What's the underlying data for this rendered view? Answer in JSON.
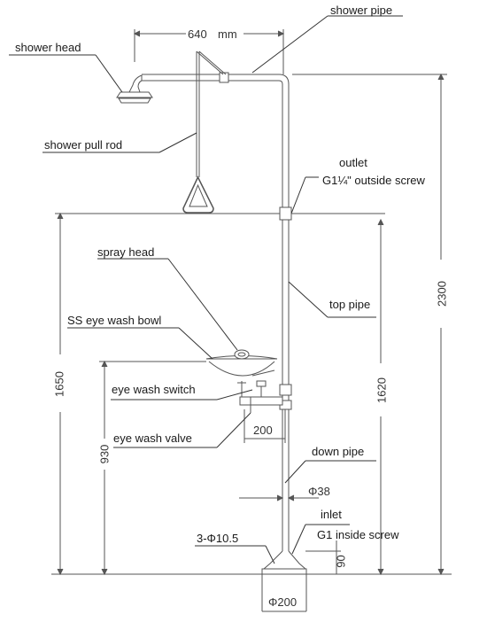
{
  "labels": {
    "shower_pipe": "shower pipe",
    "shower_head": "shower head",
    "shower_pull_rod": "shower pull rod",
    "outlet": "outlet",
    "outlet_thread": "G1¼\"  outside screw",
    "spray_head": "spray head",
    "top_pipe": "top pipe",
    "eye_wash_bowl": "SS eye wash bowl",
    "eye_wash_switch": "eye wash switch",
    "eye_wash_valve": "eye wash valve",
    "down_pipe": "down pipe",
    "inlet": "inlet",
    "inlet_thread": "G1  inside screw",
    "mount_holes": "3-Φ10.5"
  },
  "dimensions": {
    "arm_length": "640",
    "arm_unit": "mm",
    "total_height": "2300",
    "outlet_height": "1650",
    "pipe_height": "1620",
    "bowl_height": "930",
    "bowl_offset": "200",
    "pipe_diameter": "Φ38",
    "base_height": "90",
    "base_diameter": "Φ200"
  },
  "colors": {
    "line": "#555555",
    "leader": "#333333",
    "text": "#1a1a1a"
  }
}
